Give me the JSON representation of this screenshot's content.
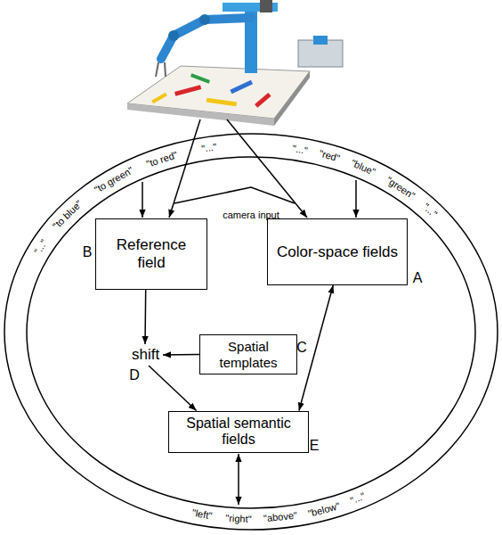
{
  "diagram": {
    "nodes": [
      {
        "text": [
          "Reference field"
        ]
      },
      {
        "text": [
          "Color-space fields"
        ]
      },
      {
        "text": [
          "shift"
        ]
      },
      {
        "text": [
          "Spatial templates"
        ]
      },
      {
        "text": [
          "Spatial semantic fields"
        ]
      }
    ],
    "edges": [
      {
        "from": 0,
        "to": 2,
        "arrow": "to"
      },
      {
        "from": 3,
        "to": 2,
        "arrow": "to"
      },
      {
        "from": 2,
        "to": 4,
        "arrow": "to"
      },
      {
        "from": 1,
        "to": 4,
        "arrow": "both"
      }
    ],
    "labels": [
      "\"...\"",
      "\"to blue\"",
      "\"to green\"",
      "\"to red\"",
      "\"...\"",
      "camera input",
      "\"...\"",
      "\"red\"",
      "\"blue\"",
      "\"green\"",
      "\"...\"",
      "B",
      "A",
      "C",
      "D",
      "E",
      "\"left\"",
      "\"right\"",
      "\"above\"",
      "\"below\"",
      "\"...\""
    ]
  }
}
